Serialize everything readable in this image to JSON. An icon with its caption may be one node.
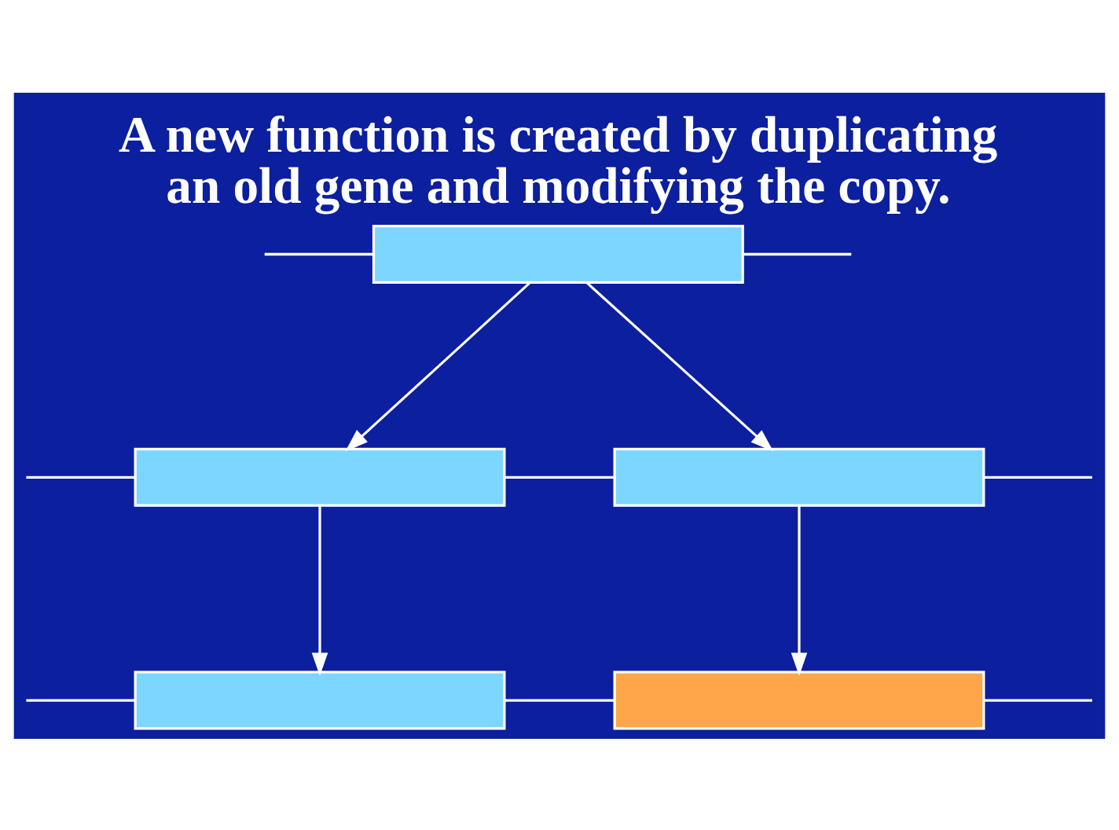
{
  "diagram": {
    "title": "A new function is created by duplicating an old gene and modifying the copy.",
    "nodes": [
      {
        "text": [],
        "shape": "box"
      },
      {
        "text": [],
        "shape": "box"
      },
      {
        "text": [],
        "shape": "box"
      },
      {
        "text": [],
        "shape": "box"
      },
      {
        "text": [],
        "shape": "box"
      }
    ],
    "edges": [
      {
        "from": null,
        "to": 0,
        "arrow": "none"
      },
      {
        "from": 0,
        "to": null,
        "arrow": "none"
      },
      {
        "from": 0,
        "to": 1,
        "arrow": "to"
      },
      {
        "from": 0,
        "to": 2,
        "arrow": "to"
      },
      {
        "from": null,
        "to": 1,
        "arrow": "none"
      },
      {
        "from": 1,
        "to": 2,
        "arrow": "none"
      },
      {
        "from": 2,
        "to": null,
        "arrow": "none"
      },
      {
        "from": 1,
        "to": 3,
        "arrow": "to"
      },
      {
        "from": 2,
        "to": 4,
        "arrow": "to"
      },
      {
        "from": null,
        "to": 3,
        "arrow": "none"
      },
      {
        "from": 3,
        "to": 4,
        "arrow": "none"
      },
      {
        "from": 4,
        "to": null,
        "arrow": "none"
      }
    ]
  }
}
